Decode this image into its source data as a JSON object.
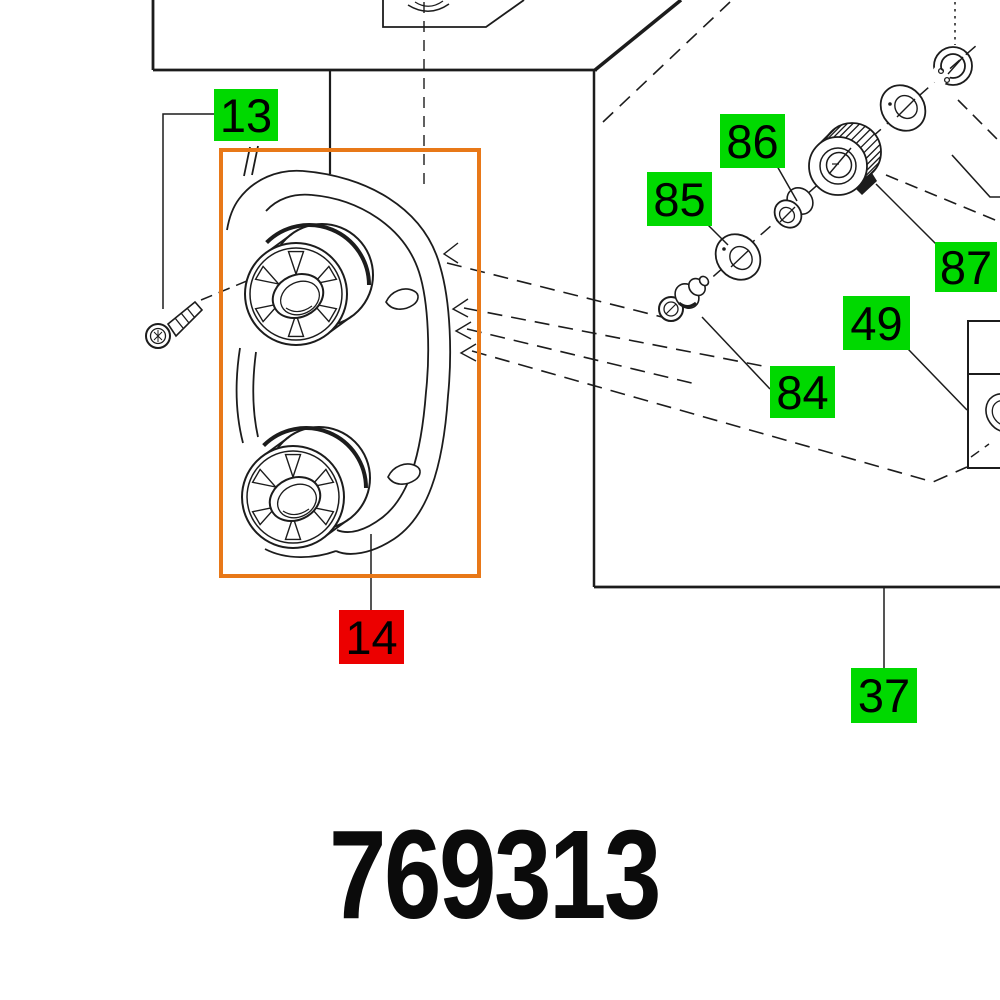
{
  "diagram": {
    "part_number": "769313",
    "labels": [
      {
        "text": "13",
        "style": "green"
      },
      {
        "text": "14",
        "style": "red"
      },
      {
        "text": "37",
        "style": "green"
      },
      {
        "text": "49",
        "style": "green"
      },
      {
        "text": "84",
        "style": "green"
      },
      {
        "text": "85",
        "style": "green"
      },
      {
        "text": "86",
        "style": "green"
      },
      {
        "text": "87",
        "style": "green"
      }
    ],
    "colors": {
      "label_green": "#00d900",
      "label_red": "#ec0000",
      "highlight_orange": "#e87818",
      "line": "#1c1c1c"
    }
  }
}
